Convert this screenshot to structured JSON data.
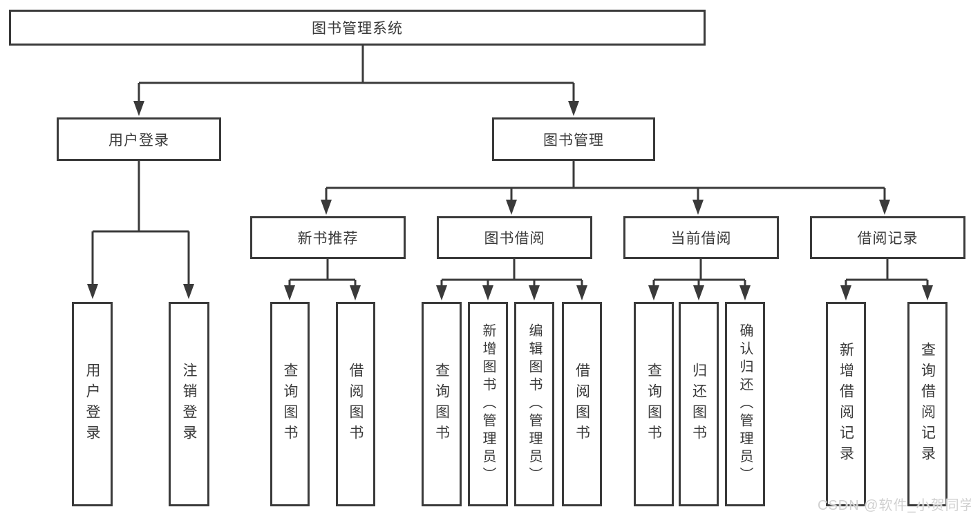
{
  "tree": {
    "root": {
      "label": "图书管理系统"
    },
    "children": [
      {
        "label": "用户登录",
        "children": [
          {
            "label": "用户登录"
          },
          {
            "label": "注销登录"
          }
        ]
      },
      {
        "label": "图书管理",
        "children": [
          {
            "label": "新书推荐",
            "children": [
              {
                "label": "查询图书"
              },
              {
                "label": "借阅图书"
              }
            ]
          },
          {
            "label": "图书借阅",
            "children": [
              {
                "label": "查询图书"
              },
              {
                "label": "新增图书（管理员）"
              },
              {
                "label": "编辑图书（管理员）"
              },
              {
                "label": "借阅图书"
              }
            ]
          },
          {
            "label": "当前借阅",
            "children": [
              {
                "label": "查询图书"
              },
              {
                "label": "归还图书"
              },
              {
                "label": "确认归还（管理员）"
              }
            ]
          },
          {
            "label": "借阅记录",
            "children": [
              {
                "label": "新增借阅记录"
              },
              {
                "label": "查询借阅记录"
              }
            ]
          }
        ]
      }
    ]
  },
  "watermark": "CSDN @软件_小贺同学",
  "colors": {
    "line": "#3a3a3a",
    "box_border": "#3a3a3a",
    "text": "#3a3a3a",
    "background": "#ffffff",
    "watermark": "#d0d0d0"
  }
}
